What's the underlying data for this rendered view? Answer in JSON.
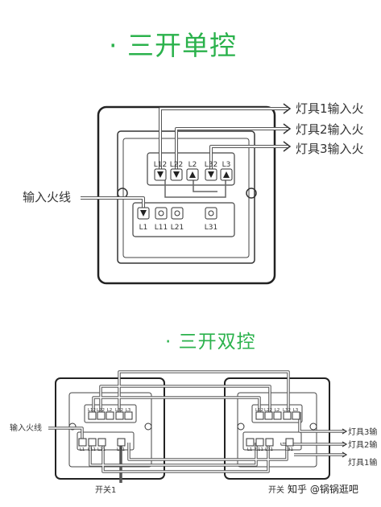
{
  "diagram1": {
    "title": "· 三开单控",
    "input_live_label": "输入火线",
    "lamp_labels": [
      "灯具1输入火",
      "灯具2输入火",
      "灯具3输入火"
    ],
    "top_terminals": [
      "L12",
      "L22",
      "L2",
      "L32",
      "L3"
    ],
    "bottom_terminals": [
      "L1",
      "L11",
      "L21",
      "L31"
    ]
  },
  "diagram2": {
    "title": "· 三开双控",
    "input_live_label": "输入火线",
    "lamp_labels": [
      "灯具3输",
      "灯具2输",
      "灯具1输"
    ],
    "switch1_label": "开关1",
    "switch2_label": "开关",
    "switch_top_terminals": [
      "L12",
      "L22",
      "L2",
      "L32",
      "L3"
    ],
    "switch_bottom_terminals": [
      "L1",
      "L11",
      "L21",
      "L31"
    ]
  },
  "watermark": "知乎 @锅锅逛吧",
  "colors": {
    "title": "#2bb24c",
    "line": "#222222",
    "wire": "#555555"
  }
}
